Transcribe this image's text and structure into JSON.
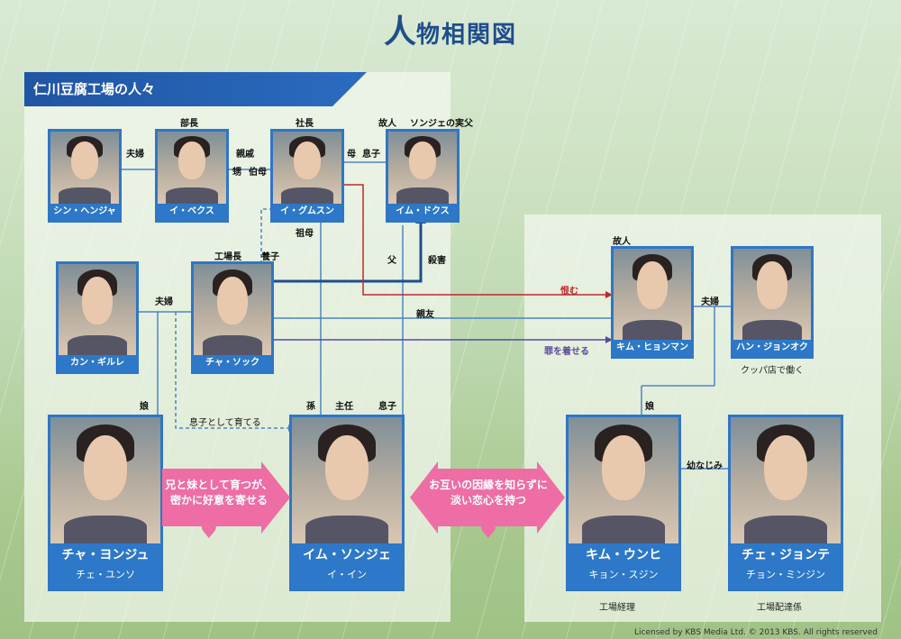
{
  "title": {
    "first": "人",
    "rest": "物相関図"
  },
  "section": {
    "label": "仁川豆腐工場の人々"
  },
  "people": {
    "shin": {
      "name": "シン・ヘンジャ"
    },
    "baek": {
      "name": "イ・ベクス",
      "role": "部長"
    },
    "gum": {
      "name": "イ・グムスン",
      "role": "社長"
    },
    "doks": {
      "name": "イム・ドクス",
      "role": "故人",
      "note": "ソンジェの実父"
    },
    "kang": {
      "name": "カン・ギルレ"
    },
    "soku": {
      "name": "チャ・ソック",
      "role": "工場長"
    },
    "hyon": {
      "name": "キム・ヒョンマン",
      "role": "故人"
    },
    "han": {
      "name": "ハン・ジョンオク",
      "note": "クッパ店で働く"
    },
    "yonju": {
      "name": "チャ・ヨンジュ",
      "actor": "チェ・ユンソ"
    },
    "sonje": {
      "name": "イム・ソンジェ",
      "actor": "イ・イン"
    },
    "unhi": {
      "name": "キム・ウンヒ",
      "actor": "キョン・スジン",
      "note": "工場経理"
    },
    "jonte": {
      "name": "チェ・ジョンテ",
      "actor": "チョン・ミンジン",
      "note": "工場配達係"
    }
  },
  "relations": {
    "fufu1": "夫婦",
    "shinseki": "親戚",
    "oi": "甥",
    "oba": "伯母",
    "haha": "母",
    "musuko1": "息子",
    "fufu2": "夫婦",
    "youshi": "養子",
    "sobo": "祖母",
    "chichi": "父",
    "satsugai": "殺害",
    "urami": "恨む",
    "shinyu": "親友",
    "tsumi": "罪を着せる",
    "fufu3": "夫婦",
    "musume1": "娘",
    "sodate": "息子として育てる",
    "mago": "孫",
    "shunin": "主任",
    "musuko2": "息子",
    "musume2": "娘",
    "osananajimi": "幼なじみ"
  },
  "arrows": {
    "left": [
      "兄と妹として育つが、",
      "密かに好意を寄せる"
    ],
    "right": [
      "お互いの因縁を知らずに",
      "淡い恋心を持つ"
    ]
  },
  "colors": {
    "blue": "#2d78c8",
    "darkblue": "#1f4d8c",
    "red": "#c0282d",
    "purple": "#5b4a9c",
    "pink": "#ee6da4"
  },
  "copyright": "Licensed by KBS Media Ltd. © 2013 KBS. All rights reserved"
}
